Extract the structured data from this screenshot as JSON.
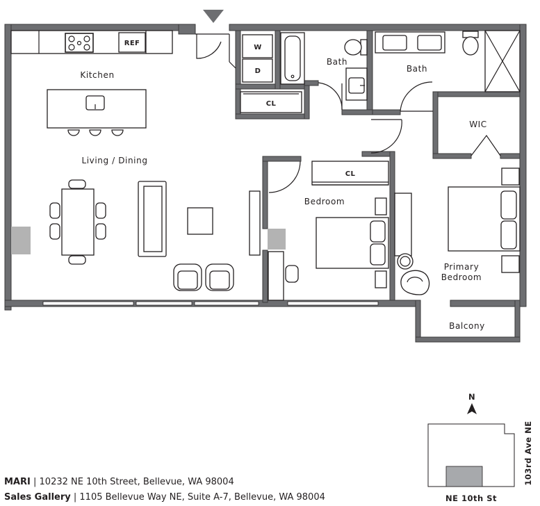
{
  "rooms": {
    "kitchen": "Kitchen",
    "living_dining": "Living / Dining",
    "bath1": "Bath",
    "bath2": "Bath",
    "wic": "WIC",
    "bedroom": "Bedroom",
    "primary_line1": "Primary",
    "primary_line2": "Bedroom",
    "balcony": "Balcony",
    "closet1": "CL",
    "closet2": "CL",
    "washer": "W",
    "dryer": "D",
    "fridge": "REF"
  },
  "key_map": {
    "north": "N",
    "street_bottom": "NE 10th St",
    "street_right": "103rd Ave NE"
  },
  "footer": {
    "building_name": "MARI",
    "building_address": "10232 NE 10th Street, Bellevue, WA 98004",
    "gallery_label": "Sales Gallery",
    "gallery_address": "1105 Bellevue Way NE, Suite A-7, Bellevue, WA 98004",
    "separator": "|"
  },
  "colors": {
    "wall": "#6d6e71",
    "line": "#231f20",
    "highlight": "#b3b3b3"
  }
}
